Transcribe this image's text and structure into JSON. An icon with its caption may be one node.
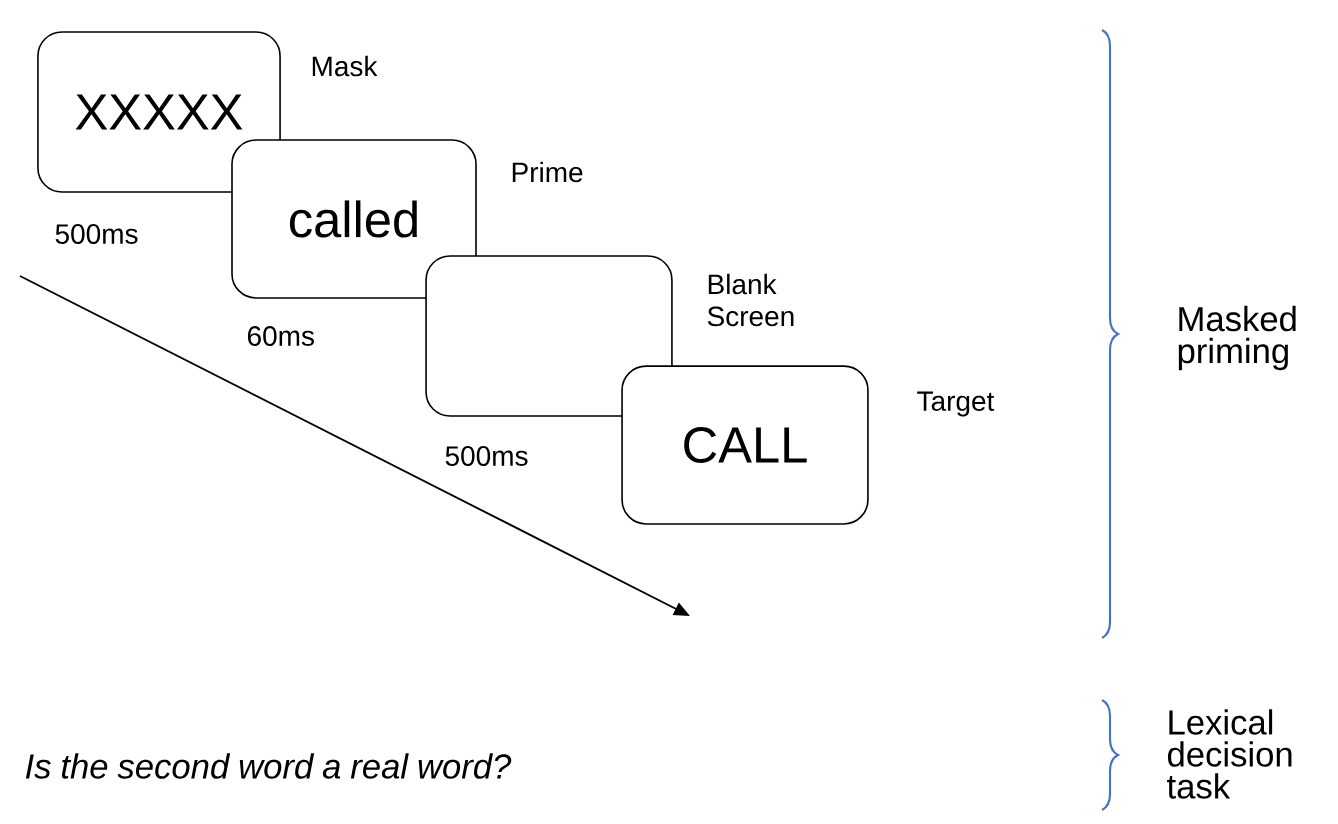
{
  "diagram": {
    "nodes": [
      {
        "text": [
          "XXXXX"
        ],
        "beside": [
          "Mask",
          "500ms"
        ]
      },
      {
        "text": [
          "called"
        ],
        "beside": [
          "Prime",
          "60ms"
        ]
      },
      {
        "text": [],
        "shape": "box",
        "beside": [
          "Blank Screen",
          "500ms"
        ]
      },
      {
        "text": [
          "CALL"
        ],
        "beside": [
          "Target"
        ]
      }
    ],
    "labels": [
      "Masked priming",
      "Lexical decision task",
      "Is the second word a real word?"
    ]
  }
}
